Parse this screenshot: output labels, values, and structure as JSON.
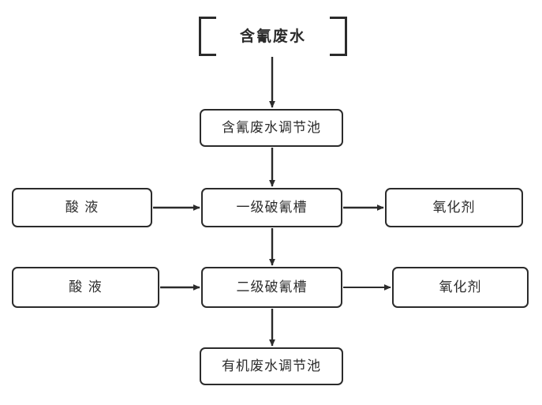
{
  "diagram": {
    "title_text": "含氰废水",
    "nodes": [
      {
        "id": "source",
        "label": "含氰废水",
        "shape": "bracketed-title"
      },
      {
        "id": "cn-tank",
        "label": "含氰废水调节池",
        "shape": "rounded-rect"
      },
      {
        "id": "acid-1",
        "label": "酸 液",
        "shape": "rounded-rect"
      },
      {
        "id": "stage-1",
        "label": "一级破氰槽",
        "shape": "rounded-rect"
      },
      {
        "id": "oxidant-1",
        "label": "氧化剂",
        "shape": "rounded-rect"
      },
      {
        "id": "acid-2",
        "label": "酸 液",
        "shape": "rounded-rect"
      },
      {
        "id": "stage-2",
        "label": "二级破氰槽",
        "shape": "rounded-rect"
      },
      {
        "id": "oxidant-2",
        "label": "氧化剂",
        "shape": "rounded-rect"
      },
      {
        "id": "organic-tank",
        "label": "有机废水调节池",
        "shape": "rounded-rect"
      }
    ],
    "edges": [
      {
        "from": "source",
        "to": "cn-tank",
        "direction": "down"
      },
      {
        "from": "cn-tank",
        "to": "stage-1",
        "direction": "down"
      },
      {
        "from": "acid-1",
        "to": "stage-1",
        "direction": "right"
      },
      {
        "from": "stage-1",
        "to": "oxidant-1",
        "direction": "right"
      },
      {
        "from": "stage-1",
        "to": "stage-2",
        "direction": "down"
      },
      {
        "from": "acid-2",
        "to": "stage-2",
        "direction": "right"
      },
      {
        "from": "stage-2",
        "to": "oxidant-2",
        "direction": "right"
      },
      {
        "from": "stage-2",
        "to": "organic-tank",
        "direction": "down"
      }
    ],
    "colors": {
      "stroke": "#2b2b2b",
      "fill": "#ffffff",
      "text": "#2b2b2b"
    }
  }
}
